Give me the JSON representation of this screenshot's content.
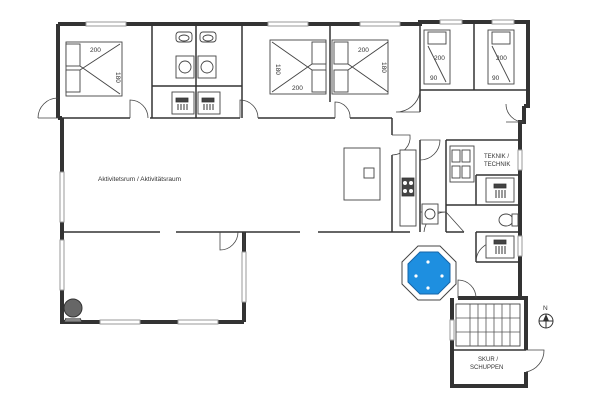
{
  "rooms": {
    "activity": "Aktivitetsrum / Aktivitätsraum",
    "technik_line1": "TEKNIK /",
    "technik_line2": "TECHNIK",
    "shed_line1": "SKUR /",
    "shed_line2": "SCHUPPEN"
  },
  "beds": {
    "b1_len": "200",
    "b1_w": "180",
    "b2_len": "200",
    "b2_w": "180",
    "b3_len": "200",
    "b3_w": "180",
    "b4_len": "200",
    "b4_w": "90",
    "b5_len": "200",
    "b5_w": "90"
  },
  "compass": {
    "north": "N"
  },
  "colors": {
    "pool_water": "#1e8fe0",
    "walls": "#333333"
  }
}
